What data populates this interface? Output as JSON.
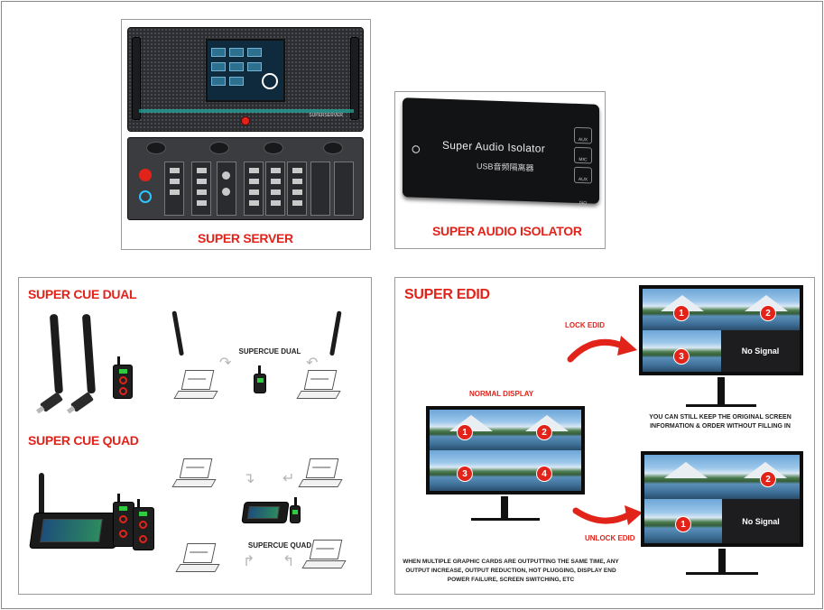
{
  "panels": {
    "server": {
      "title": "SUPER SERVER",
      "unit_brand": "SUPERSERVER"
    },
    "isolator": {
      "title": "SUPER AUDIO ISOLATOR",
      "device_name": "Super Audio Isolator",
      "device_subtitle": "USB音频隔离器",
      "ports": [
        "AUX",
        "MIC",
        "AUX ISO"
      ]
    },
    "cue": {
      "title_dual": "SUPER CUE DUAL",
      "title_quad": "SUPER CUE QUAD",
      "label_dual": "SUPERCUE DUAL",
      "label_quad": "SUPERCUE QUAD"
    },
    "edid": {
      "title": "SUPER EDID",
      "lock_label": "LOCK EDID",
      "unlock_label": "UNLOCK EDID",
      "normal_label": "NORMAL DISPLAY",
      "no_signal": "No Signal",
      "lock_caption": "YOU CAN STILL KEEP THE ORIGINAL SCREEN INFORMATION & ORDER WITHOUT FILLING IN",
      "bottom_caption": "WHEN MULTIPLE GRAPHIC CARDS ARE OUTPUTTING THE SAME TIME, ANY OUTPUT INCREASE, OUTPUT REDUCTION, HOT PLUGGING, DISPLAY END POWER FAILURE, SCREEN SWITCHING, ETC",
      "badges": [
        "1",
        "2",
        "3",
        "4"
      ]
    }
  },
  "colors": {
    "accent": "#e2231a",
    "border": "#9a9a9a"
  }
}
